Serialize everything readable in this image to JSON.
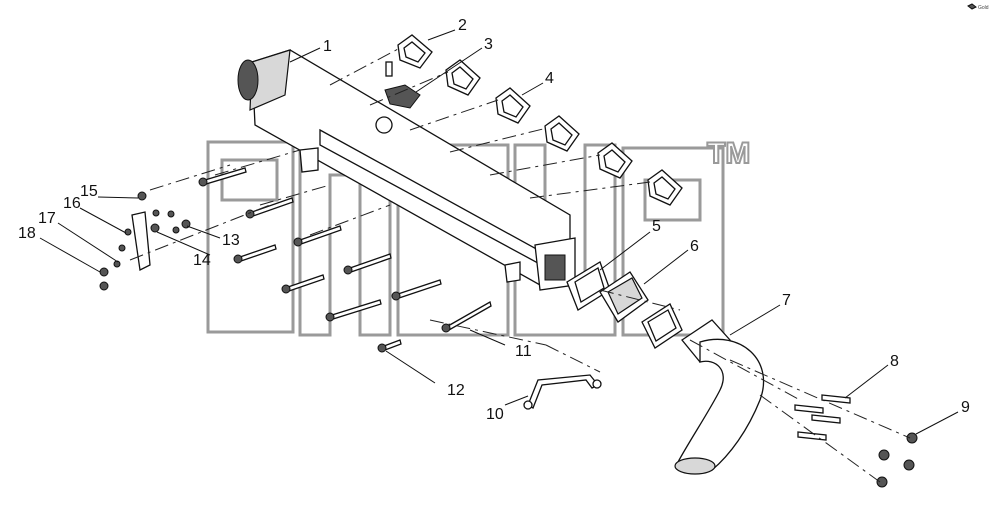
{
  "diagram": {
    "callouts": [
      "1",
      "2",
      "3",
      "4",
      "5",
      "6",
      "7",
      "8",
      "9",
      "10",
      "11",
      "12",
      "13",
      "14",
      "15",
      "16",
      "17",
      "18"
    ],
    "watermark": {
      "trademark": "TM"
    },
    "corner_logo_text": "Gold"
  }
}
